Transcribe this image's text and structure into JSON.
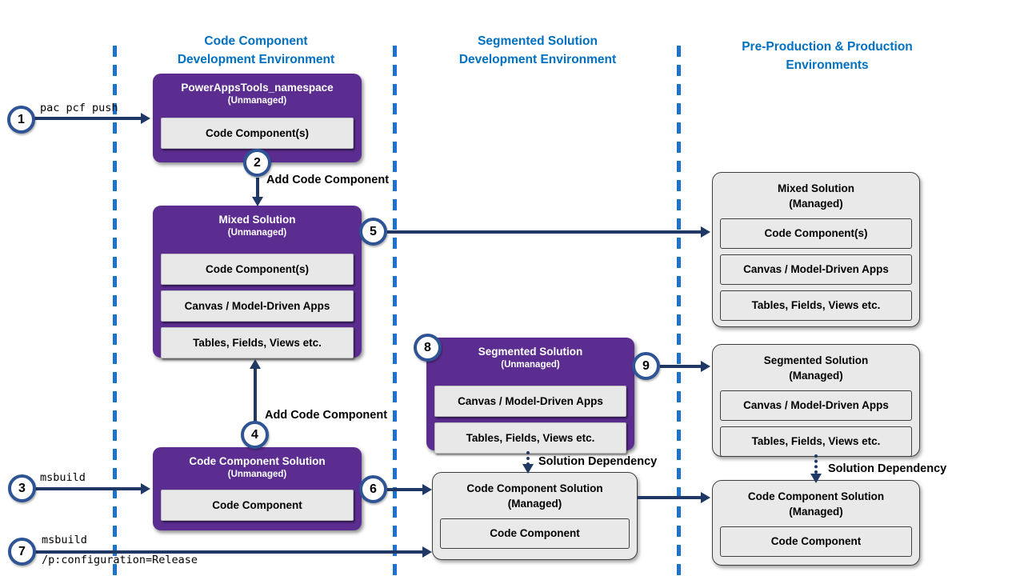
{
  "colors": {
    "header_blue": "#0070C0",
    "dashed_line_blue": "#1C73CE",
    "unmanaged_purple": "#5C2D91",
    "arrow_navy": "#1F3864",
    "circle_border": "#2E5496",
    "box_gray": "#E9E9E9"
  },
  "headers": [
    {
      "line1": "Code Component",
      "line2": "Development Environment"
    },
    {
      "line1": "Segmented Solution",
      "line2": "Development Environment"
    },
    {
      "line1": "Pre-Production & Production",
      "line2": "Environments"
    }
  ],
  "boxes": {
    "powerapps_tools": {
      "title": "PowerAppsTools_namespace",
      "subtitle": "(Unmanaged)",
      "items": [
        "Code Component(s)"
      ]
    },
    "mixed_unmanaged": {
      "title": "Mixed Solution",
      "subtitle": "(Unmanaged)",
      "items": [
        "Code Component(s)",
        "Canvas / Model-Driven Apps",
        "Tables, Fields, Views etc."
      ]
    },
    "code_component_unmanaged": {
      "title": "Code Component Solution",
      "subtitle": "(Unmanaged)",
      "items": [
        "Code Component"
      ]
    },
    "segmented_unmanaged": {
      "title": "Segmented Solution",
      "subtitle": "(Unmanaged)",
      "items": [
        "Canvas / Model-Driven Apps",
        "Tables, Fields, Views etc."
      ]
    },
    "mixed_managed": {
      "title": "Mixed Solution",
      "subtitle": "(Managed)",
      "items": [
        "Code Component(s)",
        "Canvas / Model-Driven Apps",
        "Tables, Fields, Views etc."
      ]
    },
    "segmented_managed": {
      "title": "Segmented Solution",
      "subtitle": "(Managed)",
      "items": [
        "Canvas / Model-Driven Apps",
        "Tables, Fields, Views etc."
      ]
    },
    "code_component_managed_mid": {
      "title": "Code Component Solution",
      "subtitle": "(Managed)",
      "items": [
        "Code Component"
      ]
    },
    "code_component_managed_right": {
      "title": "Code Component Solution",
      "subtitle": "(Managed)",
      "items": [
        "Code Component"
      ]
    }
  },
  "steps": {
    "s1": "1",
    "s2": "2",
    "s3": "3",
    "s4": "4",
    "s5": "5",
    "s6": "6",
    "s7": "7",
    "s8": "8",
    "s9": "9"
  },
  "labels": {
    "pac_pcf_push": "pac pcf push",
    "msbuild": "msbuild",
    "msbuild_release_line1": "msbuild",
    "msbuild_release_line2": "/p:configuration=Release",
    "add_code_component_top": "Add Code Component",
    "add_code_component_bottom": "Add Code Component",
    "solution_dependency_mid": "Solution Dependency",
    "solution_dependency_right": "Solution Dependency"
  }
}
